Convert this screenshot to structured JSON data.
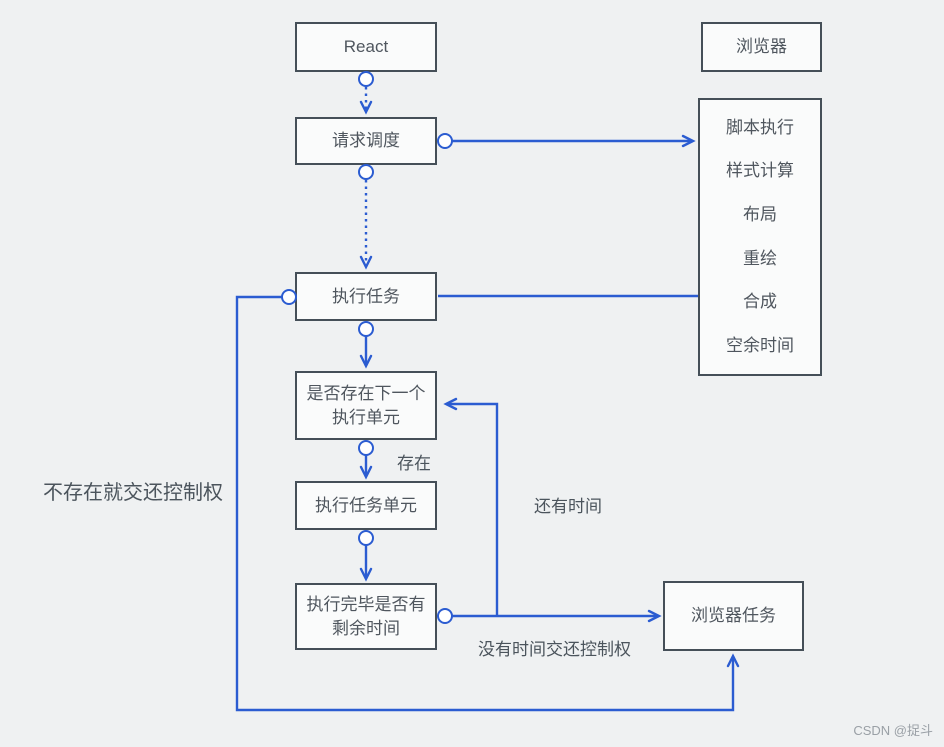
{
  "colors": {
    "edge_blue": "#2b5cd1",
    "node_border": "#454f58",
    "node_fill": "#fafbfb",
    "text": "#4f565e",
    "background": "#eff1f2",
    "watermark_text": "#9aa0a6"
  },
  "nodes": {
    "react": "React",
    "browser": "浏览器",
    "request_schedule": "请求调度",
    "execute_task": "执行任务",
    "has_next_unit": "是否存在下一个\n执行单元",
    "execute_unit": "执行任务单元",
    "has_time_left": "执行完毕是否有\n剩余时间",
    "browser_task": "浏览器任务"
  },
  "phases": [
    "脚本执行",
    "样式计算",
    "布局",
    "重绘",
    "合成",
    "空余时间"
  ],
  "edge_labels": {
    "exists": "存在",
    "time_left": "还有时间",
    "no_next_return_control": "不存在就交还控制权",
    "no_time_return_control": "没有时间交还控制权"
  },
  "watermark": "CSDN @捉斗"
}
